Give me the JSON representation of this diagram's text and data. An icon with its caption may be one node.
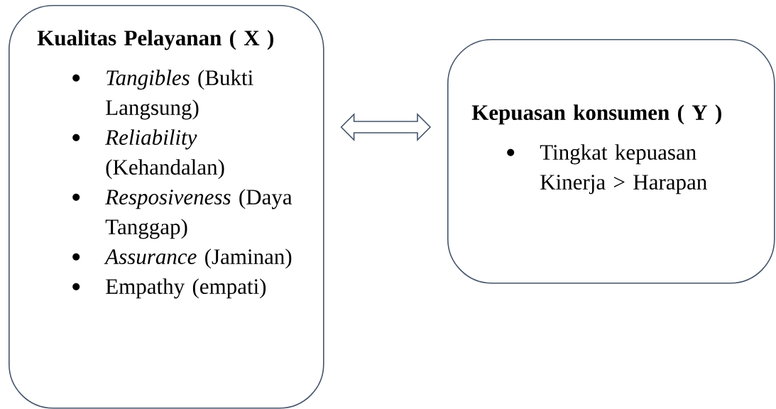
{
  "diagram": {
    "nodes": [
      {
        "text": [
          "Kualitas Pelayanan ( X )",
          "*Tangibles* (Bukti Langsung)",
          "*Reliability* (Kehandalan)",
          "*Resposiveness* (Daya Tanggap)",
          "*Assurance* (Jaminan)",
          "Empathy (empati)"
        ]
      },
      {
        "text": [
          "Kepuasan konsumen ( Y )",
          "Tingkat kepuasan Kinerja > Harapan"
        ]
      }
    ],
    "edges": [
      {
        "from": 0,
        "to": 1,
        "arrow": "both"
      }
    ]
  }
}
